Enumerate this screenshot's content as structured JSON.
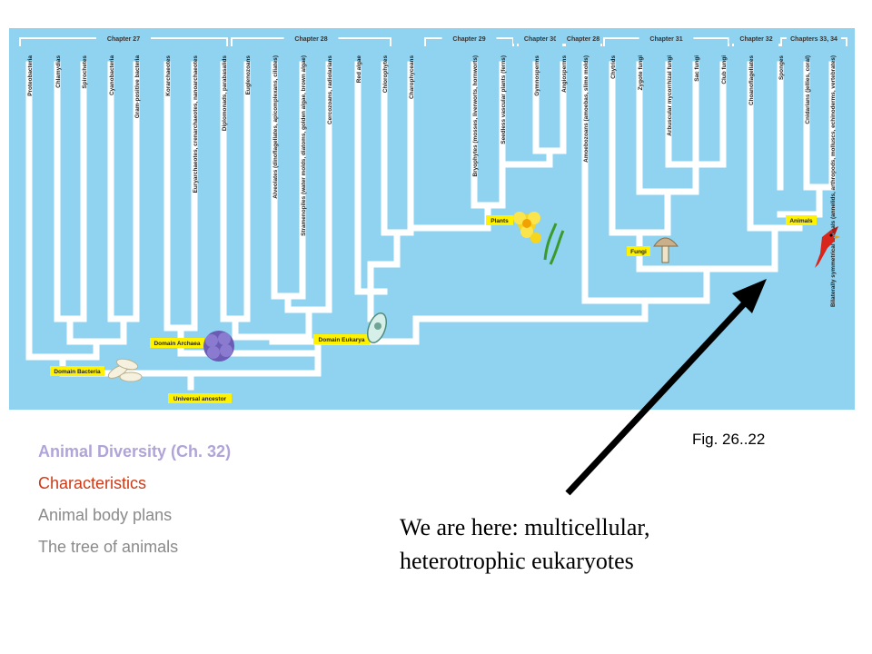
{
  "tree": {
    "chapters": [
      "Chapter 27",
      "Chapter 28",
      "Chapter 29",
      "Chapter 30",
      "Chapter 28",
      "Chapter 31",
      "Chapter 32",
      "Chapters 33, 34"
    ],
    "leaves": [
      "Proteobacteria",
      "Chlamydias",
      "Spirochetes",
      "Cyanobacteria",
      "Gram-positive bacteria",
      "Korarchaeotes",
      "Euryarchaeotes, crenarchaeotes, nanoarchaeotes",
      "Diplomonads, parabasalids",
      "Euglenozoans",
      "Alveolates (dinoflagellates, apicomplexans, ciliates)",
      "Stramenopiles (water molds, diatoms, golden algae, brown algae)",
      "Cercozoans, radiolarians",
      "Red algae",
      "Chlorophytes",
      "Charophyceans",
      "Bryophytes (mosses, liverworts, hornworts)",
      "Seedless vascular plants (ferns)",
      "Gymnosperms",
      "Angiosperms",
      "Amoebozoans (amoebas, slime molds)",
      "Chytrids",
      "Zygote fungi",
      "Arbuscular mycorrhizal fungi",
      "Sac fungi",
      "Club fungi",
      "Choanoflagellates",
      "Sponges",
      "Cnidarians (jellies, coral)",
      "Bilaterally symmetrical animals (annelids, arthropods, molluscs, echinoderms, vertebrates)"
    ],
    "clade_labels": {
      "bacteria": "Domain Bacteria",
      "archaea": "Domain Archaea",
      "eukarya": "Domain Eukarya",
      "ancestor": "Universal ancestor",
      "plants": "Plants",
      "fungi": "Fungi",
      "animals": "Animals"
    },
    "colors": {
      "background": "#8fd3f0",
      "branch": "#ffffff",
      "label_box": "#fff200",
      "chapter_bar": "#ffffff"
    }
  },
  "outline": {
    "title": "Animal Diversity (Ch. 32)",
    "active": "Characteristics",
    "items": [
      "Animal body plans",
      "The tree of animals"
    ]
  },
  "figure_ref": "Fig. 26..22",
  "callout": {
    "line1": "We are here: multicellular,",
    "line2": "heterotrophic eukaryotes"
  }
}
